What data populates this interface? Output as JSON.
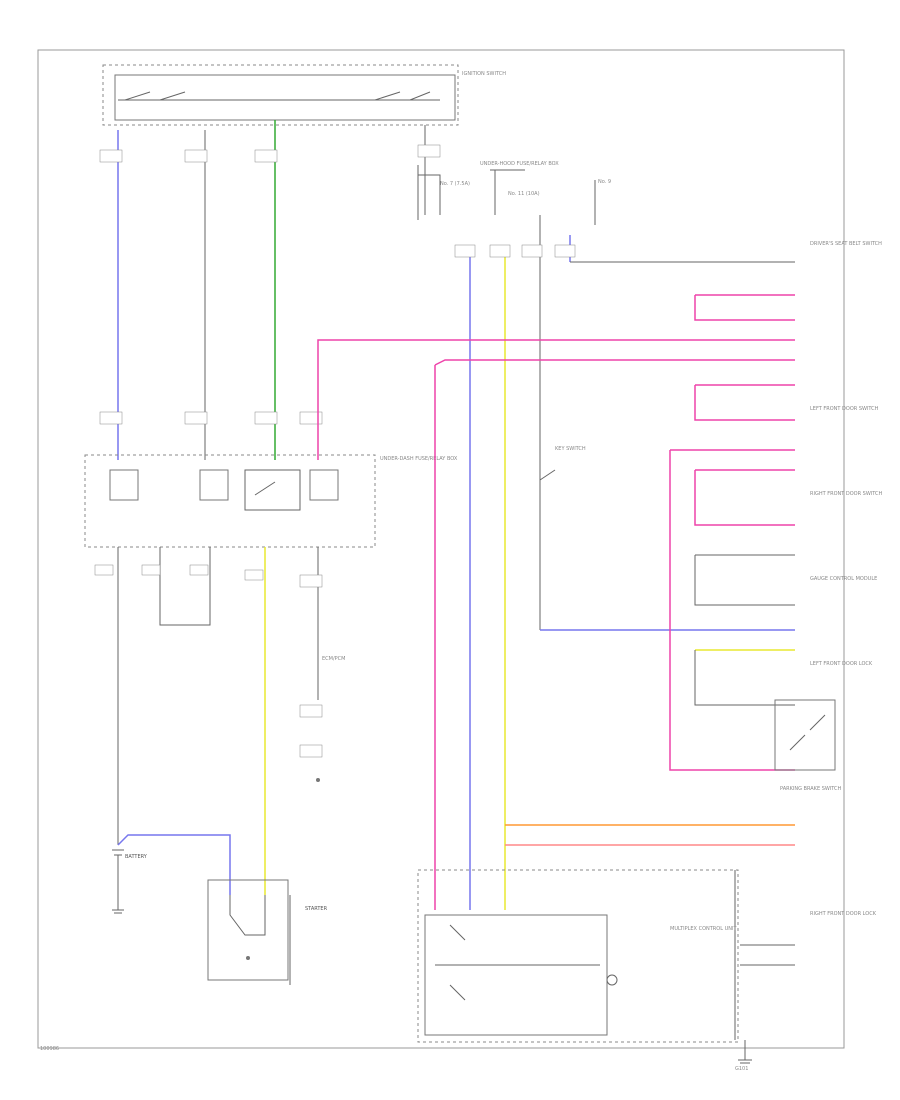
{
  "diagram": {
    "footer_code": "100986",
    "labels": {
      "ignition_switch": "IGNITION SWITCH",
      "battery": "BATTERY",
      "starter": "STARTER",
      "ground": "G101",
      "under_dash_box": "UNDER-DASH FUSE/RELAY BOX",
      "under_hood_box": "UNDER-HOOD FUSE/RELAY BOX",
      "fuse_no7": "No. 7 (7.5A)",
      "fuse_no11": "No. 11 (10A)",
      "fuse_no9": "No. 9",
      "key_switch": "KEY SWITCH",
      "gauge_control_module": "GAUGE CONTROL MODULE",
      "seat_belt_switch": "DRIVER'S SEAT BELT SWITCH",
      "door_switch_lf": "LEFT FRONT DOOR SWITCH",
      "door_switch_rf": "RIGHT FRONT DOOR SWITCH",
      "parking_brake_switch": "PARKING BRAKE SWITCH",
      "ecm_pcm": "ECM/PCM",
      "lf_door_lock": "LEFT FRONT DOOR LOCK",
      "rf_door_lock": "RIGHT FRONT DOOR LOCK",
      "multiplex_unit": "MULTIPLEX CONTROL UNIT"
    },
    "wire_colors": {
      "blue": "#7777ee",
      "green": "#33aa33",
      "pink": "#ee44aa",
      "yellow": "#e8e830",
      "orange": "#ff9933",
      "red": "#ff8888",
      "gray": "#666666"
    }
  }
}
